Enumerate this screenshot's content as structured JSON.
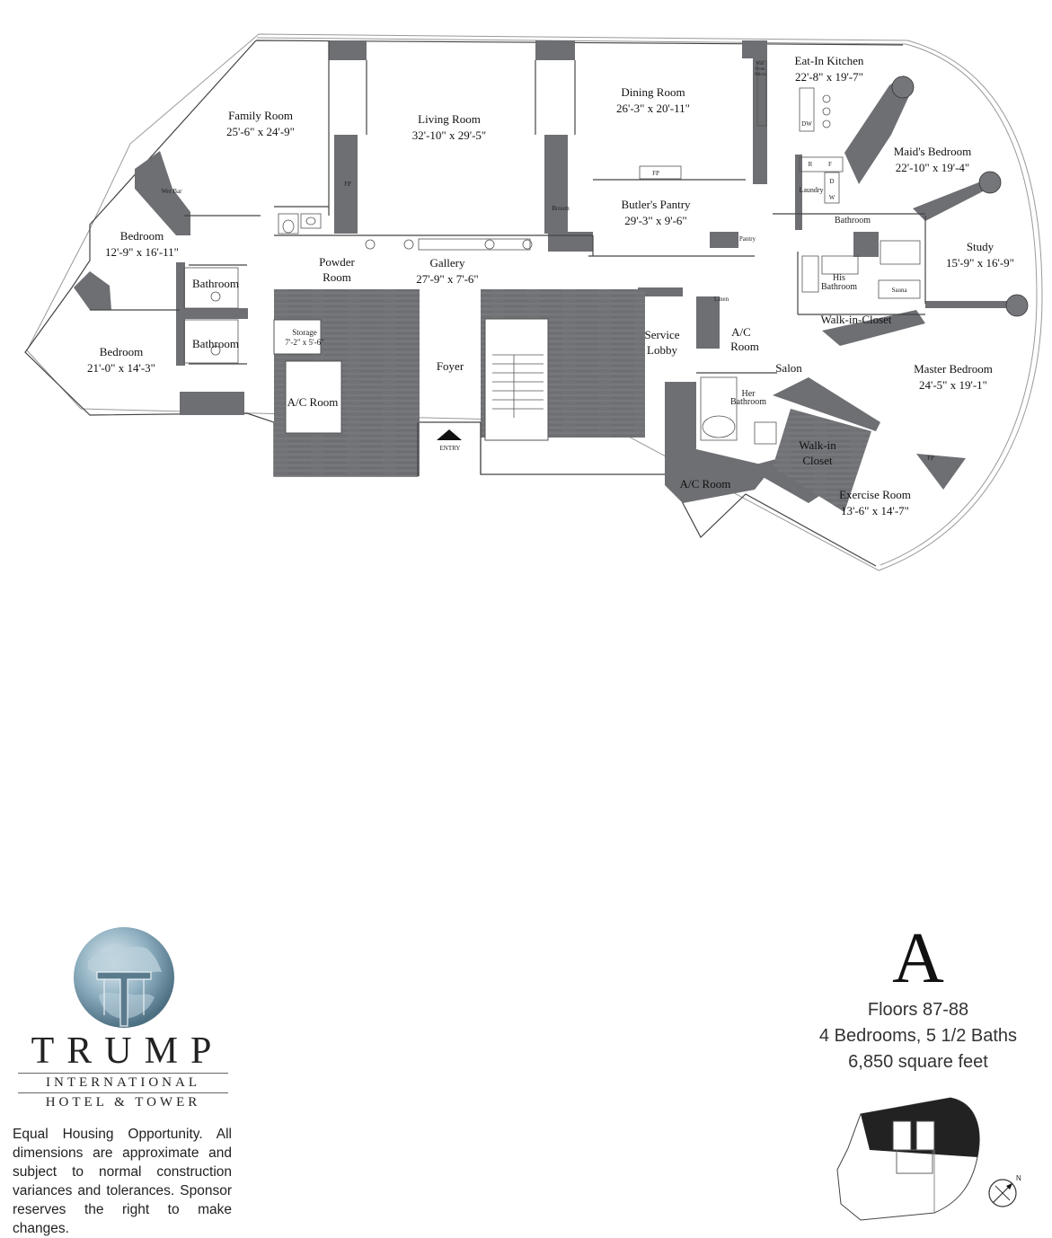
{
  "rooms": {
    "family_room": {
      "name": "Family Room",
      "dims": "25'-6\" x 24'-9\""
    },
    "living_room": {
      "name": "Living Room",
      "dims": "32'-10\" x 29'-5\""
    },
    "dining_room": {
      "name": "Dining Room",
      "dims": "26'-3\" x 20'-11\""
    },
    "eat_in_kitchen": {
      "name": "Eat-In Kitchen",
      "dims": "22'-8\" x 19'-7\""
    },
    "maids_bedroom": {
      "name": "Maid's Bedroom",
      "dims": "22'-10\" x 19'-4\""
    },
    "study": {
      "name": "Study",
      "dims": "15'-9\" x 16'-9\""
    },
    "master_bedroom": {
      "name": "Master Bedroom",
      "dims": "24'-5\" x 19'-1\""
    },
    "exercise_room": {
      "name": "Exercise Room",
      "dims": "13'-6\" x 14'-7\""
    },
    "bedroom_1": {
      "name": "Bedroom",
      "dims": "12'-9\" x 16'-11\""
    },
    "bedroom_2": {
      "name": "Bedroom",
      "dims": "21'-0\" x 14'-3\""
    },
    "butlers_pantry": {
      "name": "Butler's Pantry",
      "dims": "29'-3\" x 9'-6\""
    },
    "gallery": {
      "name": "Gallery",
      "dims": "27'-9\" x 7'-6\""
    },
    "storage": {
      "name": "Storage",
      "dims": "7'-2\" x 5'-6\""
    },
    "powder_room": {
      "name": "Powder",
      "name2": "Room"
    },
    "foyer": "Foyer",
    "service_lobby": {
      "name": "Service",
      "name2": "Lobby"
    },
    "ac_room_left": "A/C Room",
    "ac_room_center": {
      "name": "A/C",
      "name2": "Room"
    },
    "ac_room_bottom": "A/C Room",
    "bathroom_upper_left": "Bathroom",
    "bathroom_lower_left": "Bathroom",
    "bathroom_maid": "Bathroom",
    "his_bathroom": {
      "name": "His",
      "name2": "Bathroom"
    },
    "her_bathroom": {
      "name": "Her",
      "name2": "Bathroom"
    },
    "walk_in_closet_master": "Walk-in-Closet",
    "walk_in_closet_salon": {
      "name": "Walk-in",
      "name2": "Closet"
    },
    "salon": "Salon",
    "laundry": "Laundry",
    "linen": "Linen",
    "sauna": "Sauna",
    "broom": "Broom",
    "pantry": "Pantry",
    "wet_bar": "Wet Bar",
    "entry": "ENTRY"
  },
  "fixtures": {
    "fp": "FP",
    "dw": "DW",
    "r": "R",
    "f": "F",
    "d": "D",
    "w": "W",
    "wall_oven": "Wall",
    "wall_oven2": "Oven",
    "wall_oven3": "/Micro"
  },
  "brand": {
    "main": "TRUMP",
    "line2": "INTERNATIONAL",
    "line3": "HOTEL & TOWER"
  },
  "disclaimer": "Equal Housing Opportunity. All dimensions are approximate and subject to normal construction variances and tolerances. Sponsor reserves the right to make changes.",
  "unit": {
    "letter": "A",
    "floors": "Floors 87-88",
    "beds_baths": "4 Bedrooms, 5 1/2 Baths",
    "area": "6,850 square feet"
  },
  "compass": {
    "north": "N"
  },
  "colors": {
    "wall": "#6d6f73",
    "glass": "#999999",
    "globe": "#7fa1b3"
  }
}
